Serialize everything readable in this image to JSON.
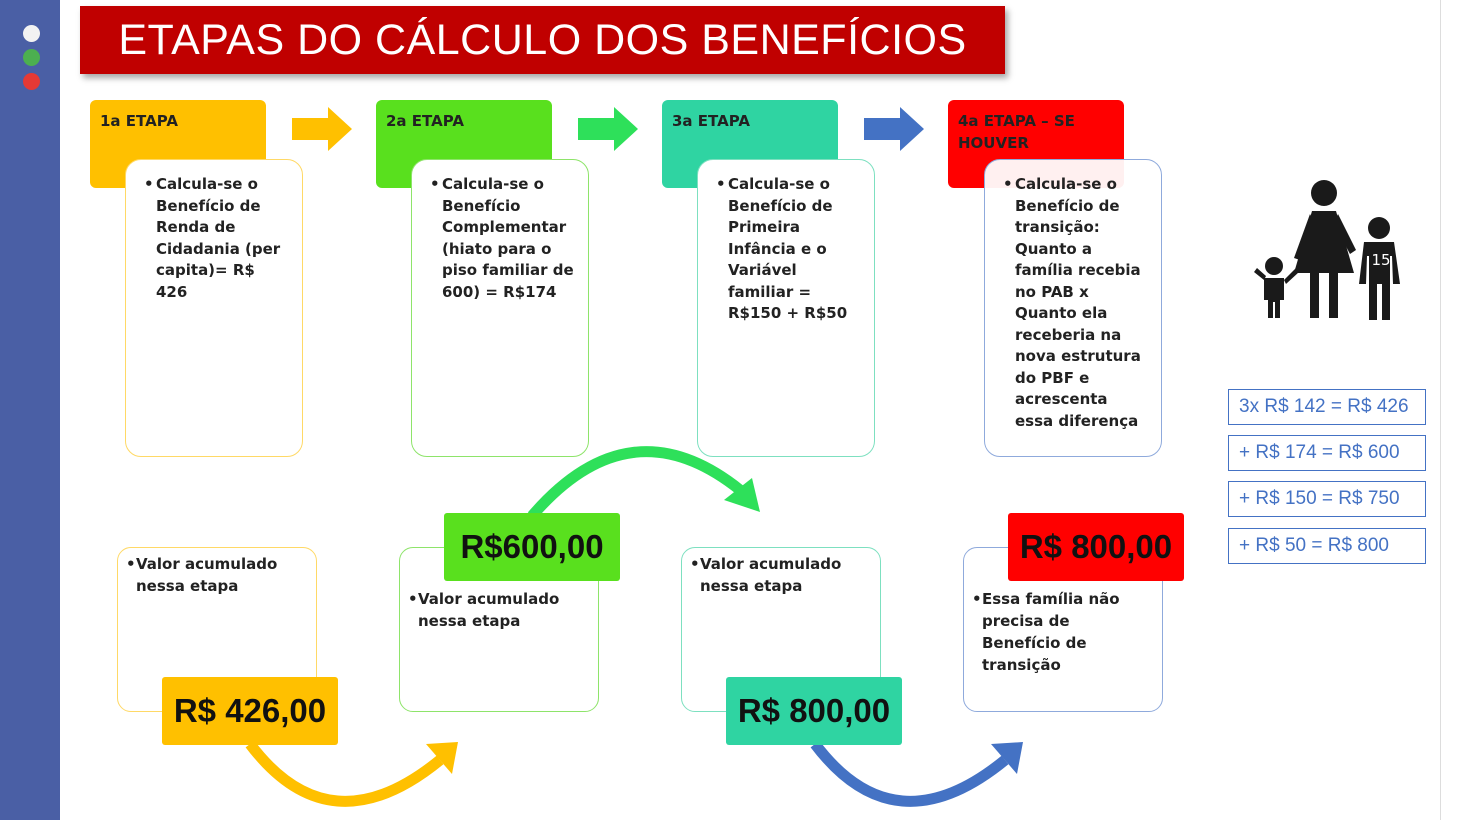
{
  "title": "ETAPAS DO CÁLCULO DOS BENEFÍCIOS",
  "colors": {
    "yellow": "#ffc000",
    "green": "#59e01e",
    "teal": "#2fd4a2",
    "red": "#ff0000",
    "blue": "#4472c4",
    "title_red": "#c00000"
  },
  "stages": [
    {
      "label": "1a ETAPA",
      "text": "Calcula-se o Benefício de Renda de Cidadania (per capita)= R$ 426"
    },
    {
      "label": "2a ETAPA",
      "text": "Calcula-se o Benefício Complementar (hiato para o piso familiar de 600) = R$174"
    },
    {
      "label": "3a ETAPA",
      "text": "Calcula-se o Benefício de Primeira Infância e o Variável familiar = R$150 + R$50"
    },
    {
      "label": "4a ETAPA – SE HOUVER",
      "text": "Calcula-se o Benefício de transição: Quanto a família recebia no PAB x Quanto ela receberia na nova estrutura do PBF e acrescenta essa diferença"
    }
  ],
  "accumulated": [
    {
      "text": "Valor acumulado nessa etapa",
      "value": "R$ 426,00"
    },
    {
      "text": "Valor acumulado nessa etapa",
      "value": "R$600,00"
    },
    {
      "text": "Valor acumulado nessa etapa",
      "value": "R$ 800,00"
    },
    {
      "text": "Essa família não precisa de Benefício de transição",
      "value": "R$ 800,00"
    }
  ],
  "family_icon_label": "15",
  "formulas": [
    "3x R$ 142 = R$ 426",
    "+ R$ 174 = R$ 600",
    "+ R$ 150 = R$ 750",
    "+ R$ 50 = R$ 800"
  ]
}
